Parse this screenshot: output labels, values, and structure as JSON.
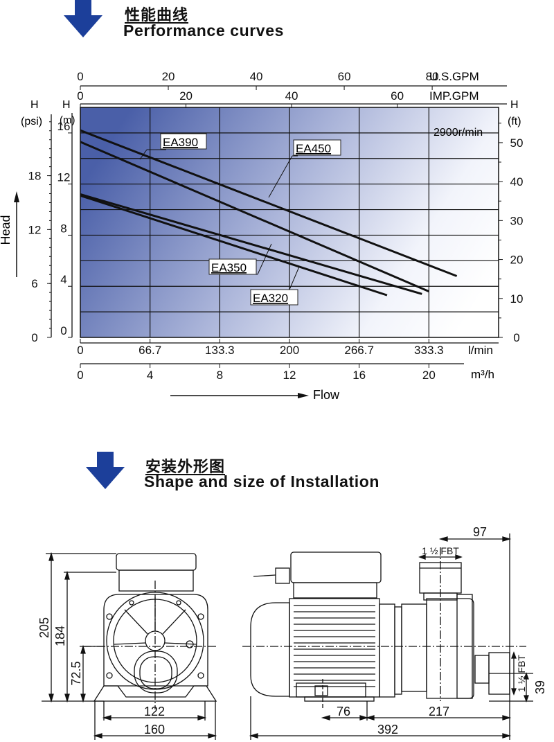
{
  "section1": {
    "title_cn": "性能曲线",
    "title_en": "Performance curves"
  },
  "section2": {
    "title_cn": "安装外形图",
    "title_en": "Shape and size of Installation"
  },
  "colors": {
    "arrow": "#1c3f9a",
    "plot_dark": "#4a5fa8",
    "plot_light": "#ffffff",
    "lines": "#111111"
  },
  "chart_data": {
    "type": "line",
    "axes": {
      "top_usgpm": {
        "label": "U.S.GPM",
        "ticks": [
          0,
          20,
          40,
          60,
          80
        ],
        "max_at_right": 95.1
      },
      "top_impgpm": {
        "label": "IMP.GPM",
        "ticks": [
          0,
          20,
          40,
          60
        ],
        "max_at_right": 79.2
      },
      "left_psi": {
        "label_top": "H",
        "label_bottom": "(psi)",
        "ticks": [
          0,
          6,
          12,
          18
        ]
      },
      "left_m": {
        "label_top": "H",
        "label_bottom": "(m)",
        "ticks": [
          0,
          4,
          8,
          12,
          16
        ],
        "range": [
          0,
          18
        ]
      },
      "right_ft": {
        "label_top": "H",
        "label_bottom": "(ft)",
        "ticks": [
          0,
          10,
          20,
          30,
          40,
          50
        ]
      },
      "bottom_lmin": {
        "label": "l/min",
        "ticks": [
          "0",
          "66.7",
          "133.3",
          "200",
          "266.7",
          "333.3"
        ]
      },
      "bottom_m3h": {
        "label": "m³/h",
        "ticks": [
          "0",
          "4",
          "8",
          "12",
          "16",
          "20"
        ],
        "range": [
          0,
          24
        ]
      }
    },
    "ylabel": "Head",
    "xlabel": "Flow",
    "annotation": "2900r/min",
    "series": [
      {
        "name": "EA450",
        "x": [
          0,
          21.6
        ],
        "y": [
          16.2,
          4.8
        ]
      },
      {
        "name": "EA390",
        "x": [
          0,
          20.0
        ],
        "y": [
          15.3,
          3.6
        ]
      },
      {
        "name": "EA350",
        "x": [
          0,
          19.6
        ],
        "y": [
          11.2,
          3.4
        ]
      },
      {
        "name": "EA320",
        "x": [
          0,
          17.6
        ],
        "y": [
          11.1,
          3.3
        ]
      }
    ],
    "grid": true
  },
  "dimensions": {
    "front": {
      "height_total": "205",
      "height_motor": "184",
      "shaft_height": "72.5",
      "mount_inner": "122",
      "mount_outer": "160"
    },
    "side": {
      "offset_top": "97",
      "port_top": "1 ½ FBT",
      "port_side": "1 ½ FBT",
      "port_height": "39",
      "base_left": "76",
      "base_right": "217",
      "length_total": "392"
    }
  }
}
